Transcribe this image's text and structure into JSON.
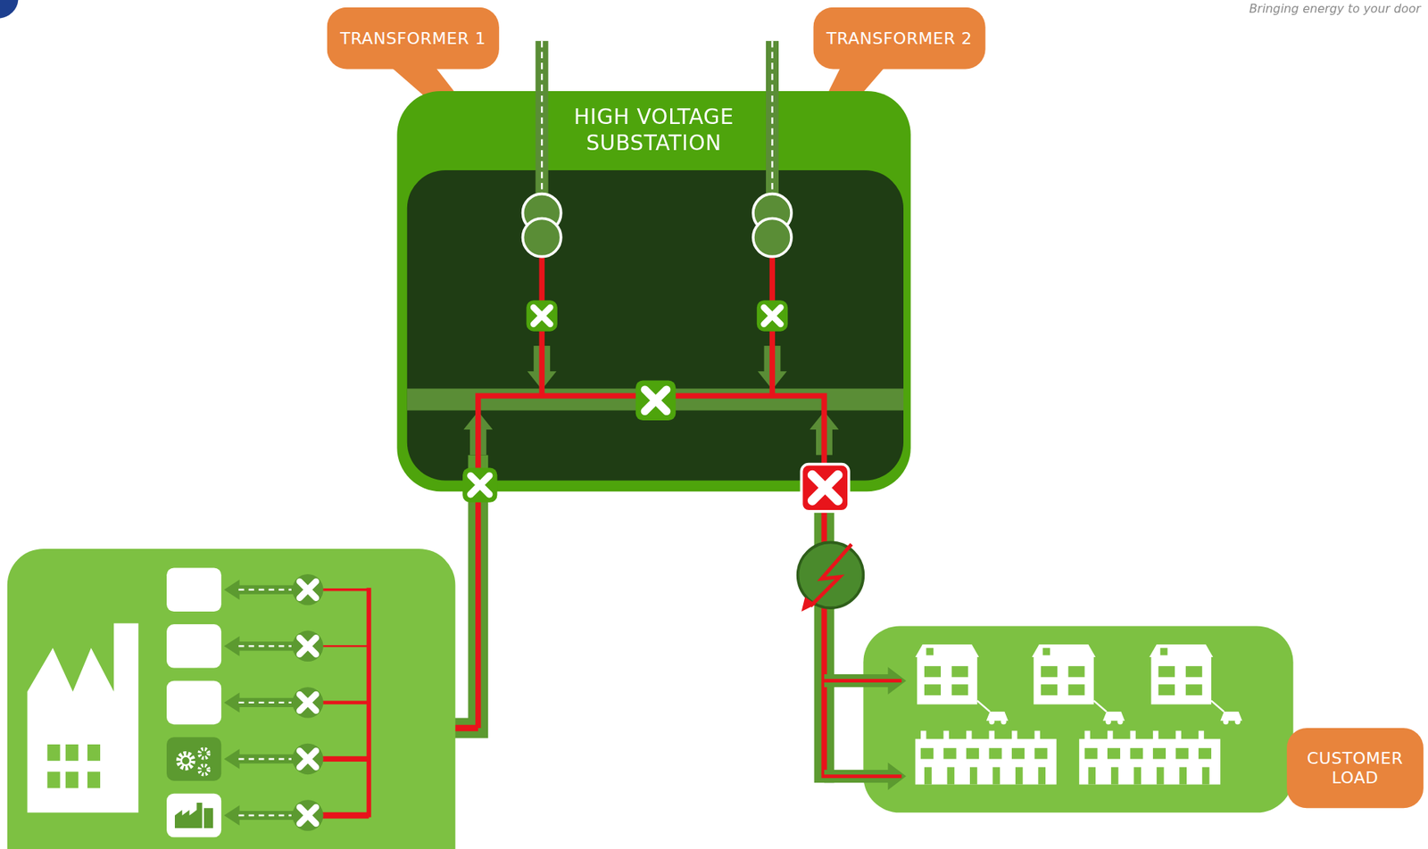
{
  "diagram": {
    "nodes": [
      {
        "text": [
          "HIGH VOLTAGE SUBSTATION"
        ]
      },
      {
        "text": [
          "TRANSFORMER 1"
        ]
      },
      {
        "text": [
          "TRANSFORMER 2"
        ]
      },
      {
        "text": [
          "CUSTOMER LOAD"
        ]
      }
    ],
    "labels": [
      "Bringing energy to your door"
    ]
  }
}
